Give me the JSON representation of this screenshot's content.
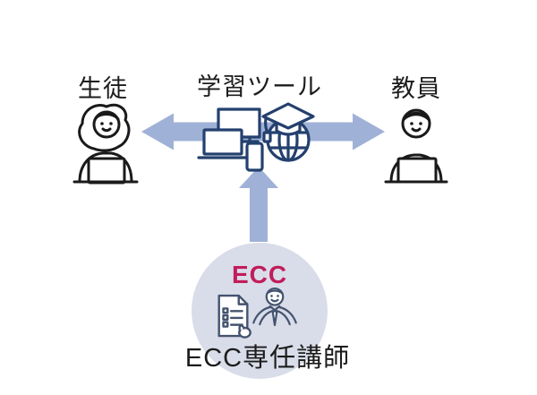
{
  "diagram": {
    "nodes": {
      "student": {
        "label": "生徒",
        "icon": "woman-at-laptop-icon"
      },
      "learning_tool": {
        "label": "学習ツール",
        "icons": [
          "devices-icon",
          "globe-graduation-cap-icon"
        ]
      },
      "teacher": {
        "label": "教員",
        "icon": "man-at-laptop-icon"
      },
      "instructor": {
        "label": "ECC専任講師",
        "logo_text": "ECC",
        "icons": [
          "checklist-thumbs-up-icon",
          "instructor-person-icon"
        ]
      }
    },
    "connections": [
      {
        "from": "learning_tool",
        "to": "student",
        "type": "horizontal-double-arrow"
      },
      {
        "from": "learning_tool",
        "to": "teacher",
        "type": "horizontal-double-arrow"
      },
      {
        "from": "instructor",
        "to": "learning_tool",
        "type": "up-arrow"
      }
    ]
  },
  "colors": {
    "canvas_bg": "#ffffff",
    "arrow": "#9fb1d6",
    "circle_bg": "#d9dde9",
    "ecc_red": "#c11d5b",
    "icon_navy": "#24406e",
    "icon_slate": "#44536f",
    "person_stroke": "#1a1a1a",
    "text": "#1c1c1c"
  }
}
